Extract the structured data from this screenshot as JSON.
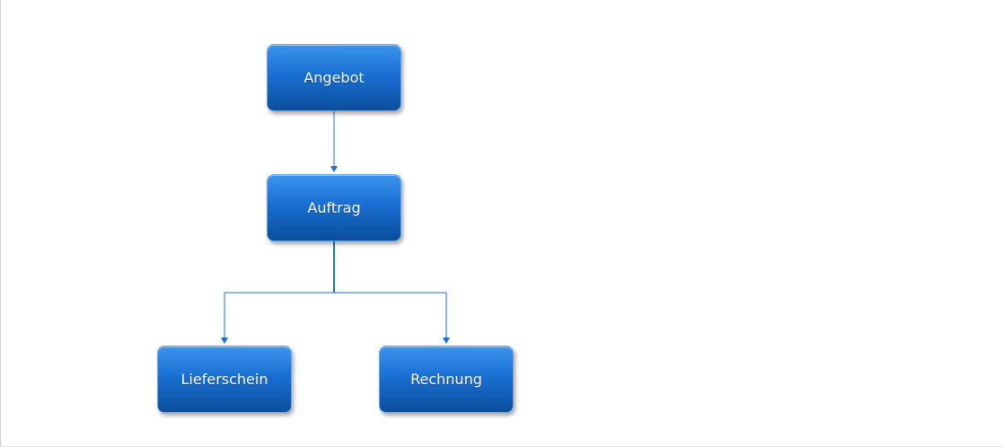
{
  "diagram": {
    "nodes": {
      "angebot": {
        "label": "Angebot"
      },
      "auftrag": {
        "label": "Auftrag"
      },
      "lieferschein": {
        "label": "Lieferschein"
      },
      "rechnung": {
        "label": "Rechnung"
      }
    },
    "edges": [
      {
        "from": "Angebot",
        "to": "Auftrag"
      },
      {
        "from": "Auftrag",
        "to": "Lieferschein"
      },
      {
        "from": "Auftrag",
        "to": "Rechnung"
      }
    ],
    "colors": {
      "node_fill_top": "#3d94ee",
      "node_fill_bottom": "#0b4e9c",
      "connector": "#1a6fd2",
      "label": "#ffffff"
    }
  }
}
